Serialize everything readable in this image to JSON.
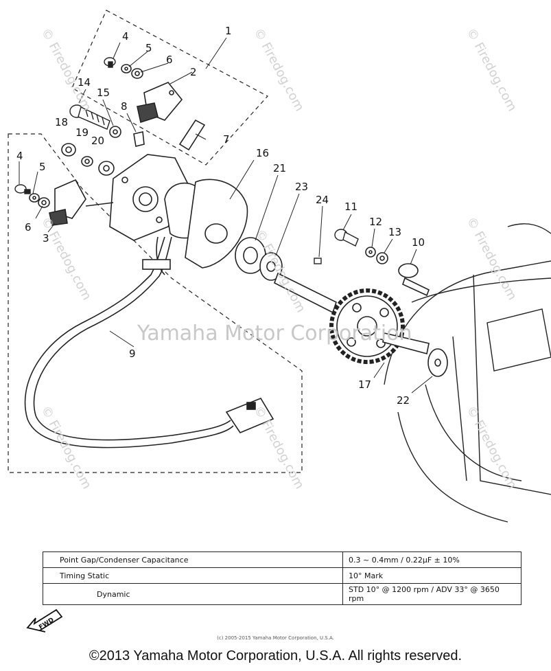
{
  "callouts": [
    "1",
    "2",
    "3",
    "4",
    "5",
    "6",
    "7",
    "8",
    "9",
    "10",
    "11",
    "12",
    "13",
    "14",
    "15",
    "16",
    "17",
    "18",
    "19",
    "20",
    "21",
    "22",
    "23",
    "24"
  ],
  "callouts_repeat": [
    "4",
    "5",
    "6"
  ],
  "watermark_center": "Yamaha Motor Corporation",
  "watermark_firedog": "© Firedog.com",
  "spec_table": {
    "rows": [
      {
        "label": "Point Gap/Condenser Capacitance",
        "value": "0.3 ~ 0.4mm / 0.22μF ± 10%"
      },
      {
        "label": "Timing  Static",
        "value": "10° Mark"
      },
      {
        "label": "Dynamic",
        "value": "STD 10° @ 1200 rpm / ADV 33° @ 3650 rpm"
      }
    ]
  },
  "fwd_label": "FWD",
  "small_copyright": "(c) 2005-2015 Yamaha Motor Corporation, U.S.A.",
  "big_copyright": "©2013 Yamaha Motor Corporation, U.S.A. All rights reserved."
}
